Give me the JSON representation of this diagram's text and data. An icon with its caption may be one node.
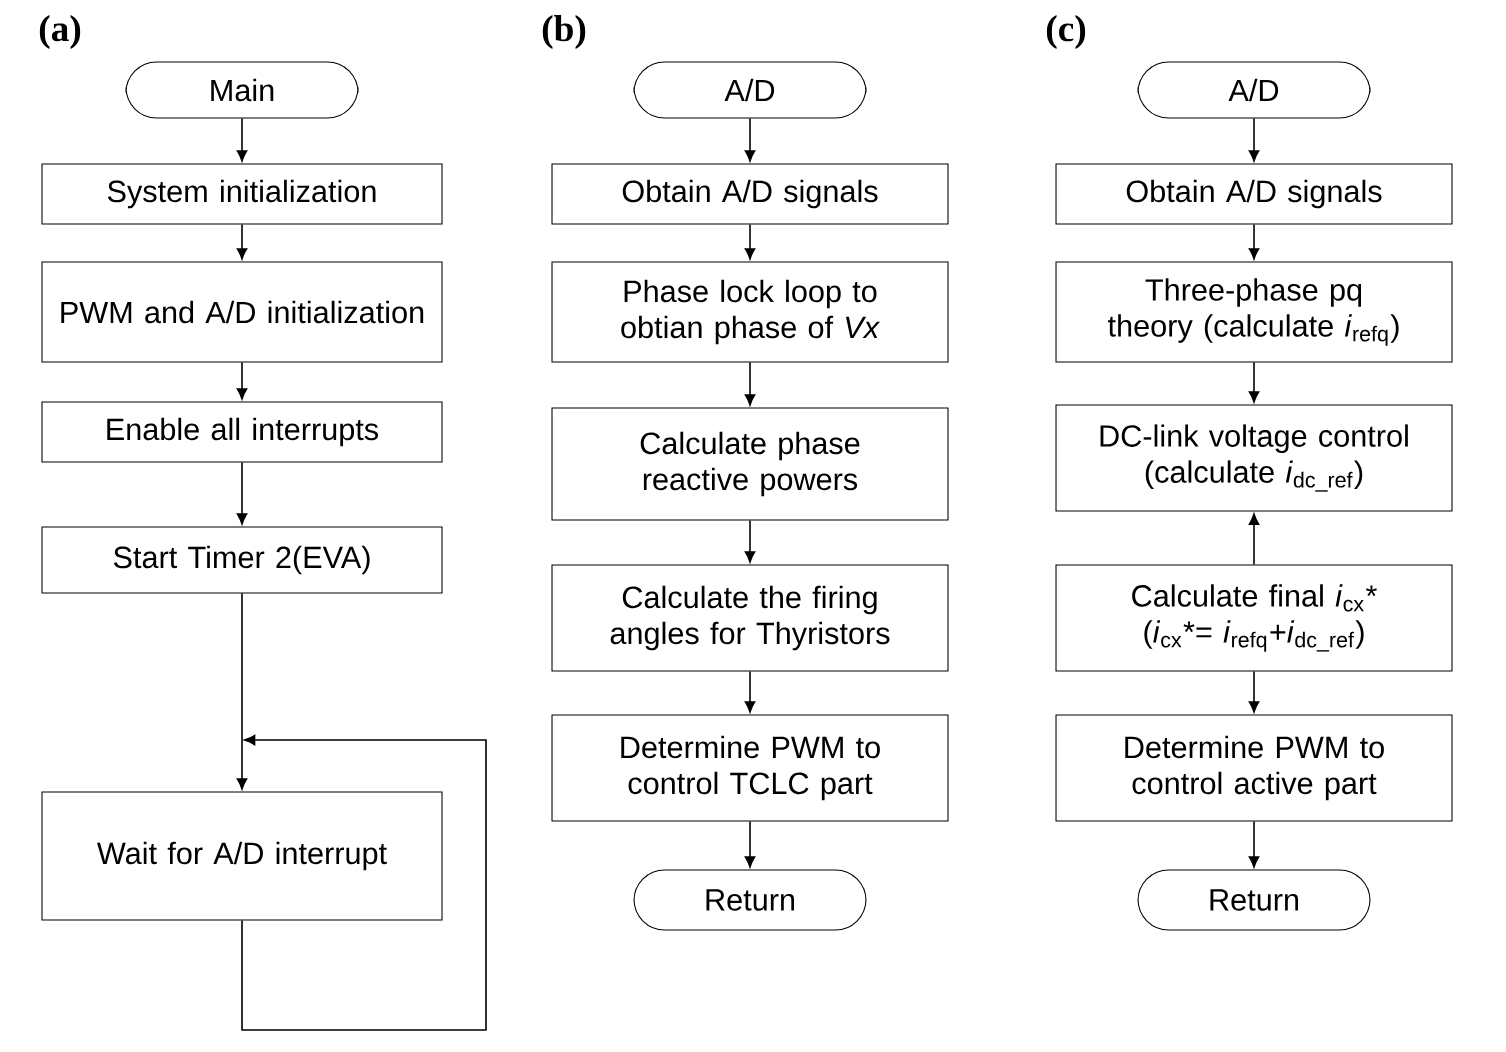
{
  "diagram": {
    "nodes": [
      {
        "text": [
          "Main"
        ]
      },
      {
        "text": [
          "System initialization"
        ]
      },
      {
        "text": [
          "PWM and A/D initialization"
        ]
      },
      {
        "text": [
          "Enable all interrupts"
        ]
      },
      {
        "text": [
          "Start Timer 2(EVA)"
        ]
      },
      {
        "text": [
          "Wait for A/D interrupt"
        ]
      },
      {
        "text": [
          "A/D"
        ]
      },
      {
        "text": [
          "Obtain A/D signals"
        ]
      },
      {
        "text": [
          "Phase lock loop to obtian phase of *Vx*"
        ]
      },
      {
        "text": [
          "Calculate phase reactive powers"
        ]
      },
      {
        "text": [
          "Calculate the firing angles for Thyristors"
        ]
      },
      {
        "text": [
          "Determine PWM to control TCLC part"
        ]
      },
      {
        "text": [
          "Return"
        ]
      },
      {
        "text": [
          "A/D"
        ]
      },
      {
        "text": [
          "Obtain A/D signals"
        ]
      },
      {
        "text": [
          "Three-phase pq theory (calculate *i*$_{refq}$)"
        ]
      },
      {
        "text": [
          "DC-link voltage control (calculate *i*$_{dc_ref}$)"
        ]
      },
      {
        "text": [
          "Calculate final *i*$_{cx}$* (*i*$_{cx}$*= *i*$_{refq}$+*i*$_{dc_ref}$)"
        ]
      },
      {
        "text": [
          "Determine PWM to control active part"
        ]
      },
      {
        "text": [
          "Return"
        ]
      }
    ],
    "edges": [
      {
        "from": 0,
        "to": 1,
        "arrow": "to"
      },
      {
        "from": 1,
        "to": 2,
        "arrow": "to"
      },
      {
        "from": 2,
        "to": 3,
        "arrow": "to"
      },
      {
        "from": 3,
        "to": 4,
        "arrow": "to"
      },
      {
        "from": 4,
        "to": 5,
        "arrow": "to"
      },
      {
        "from": 5,
        "to": 5,
        "arrow": "to"
      },
      {
        "from": 6,
        "to": 7,
        "arrow": "to"
      },
      {
        "from": 7,
        "to": 8,
        "arrow": "to"
      },
      {
        "from": 8,
        "to": 9,
        "arrow": "to"
      },
      {
        "from": 9,
        "to": 10,
        "arrow": "to"
      },
      {
        "from": 10,
        "to": 11,
        "arrow": "to"
      },
      {
        "from": 11,
        "to": 12,
        "arrow": "to"
      },
      {
        "from": 13,
        "to": 14,
        "arrow": "to"
      },
      {
        "from": 14,
        "to": 15,
        "arrow": "to"
      },
      {
        "from": 15,
        "to": 16,
        "arrow": "to"
      },
      {
        "from": 17,
        "to": 16,
        "arrow": "to"
      },
      {
        "from": 17,
        "to": 18,
        "arrow": "to"
      },
      {
        "from": 18,
        "to": 19,
        "arrow": "to"
      }
    ],
    "labels": [
      "(a)",
      "(b)",
      "(c)"
    ]
  }
}
